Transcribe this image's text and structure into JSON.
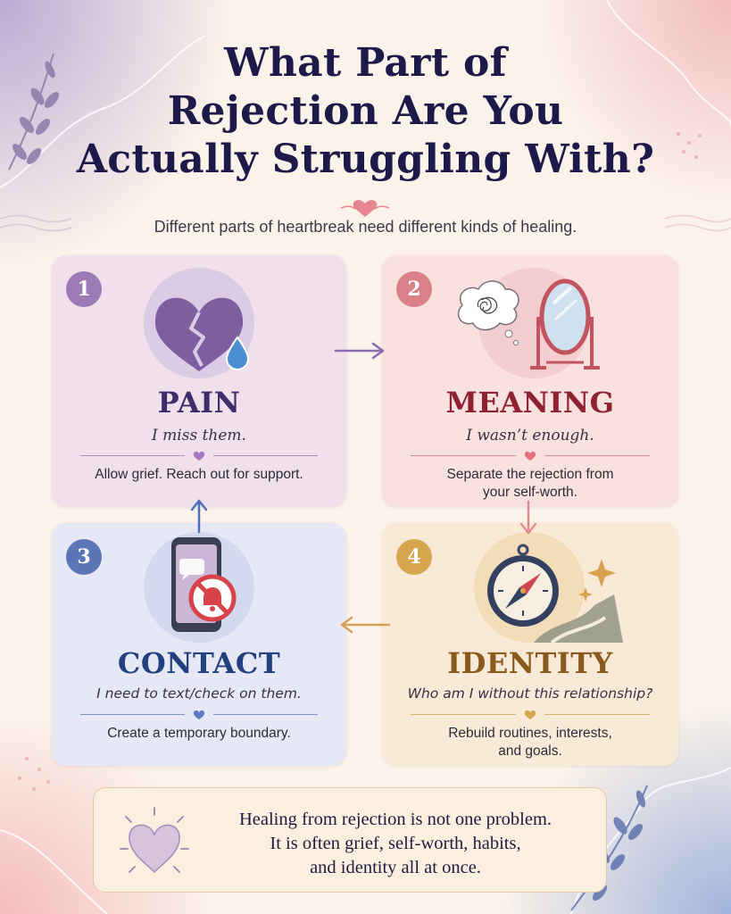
{
  "title": {
    "lines": [
      "What Part of",
      "Rejection Are You",
      "Actually Struggling With?"
    ]
  },
  "subtitle": "Different parts of heartbreak need different kinds of healing.",
  "cards": [
    {
      "number": "1",
      "title": "PAIN",
      "quote": "I miss them.",
      "desc": [
        "Allow grief. Reach out for support."
      ],
      "accent": "#9b7ab6",
      "icon": "broken-heart-icon"
    },
    {
      "number": "2",
      "title": "MEANING",
      "quote": "I wasn’t enough.",
      "desc": [
        "Separate the rejection from",
        "your self-worth."
      ],
      "accent": "#d98089",
      "icon": "mirror-icon"
    },
    {
      "number": "3",
      "title": "CONTACT",
      "quote": "I need to text/check on them.",
      "desc": [
        "Create a temporary boundary."
      ],
      "accent": "#5b76b7",
      "icon": "phone-no-notification-icon"
    },
    {
      "number": "4",
      "title": "IDENTITY",
      "quote": "Who am I without this relationship?",
      "desc": [
        "Rebuild routines, interests,",
        "and goals."
      ],
      "accent": "#d6a64f",
      "icon": "compass-icon"
    }
  ],
  "bottom": {
    "lines": [
      "Healing from rejection is not one problem.",
      "It is often grief, self-worth, habits,",
      "and identity all at once."
    ]
  }
}
